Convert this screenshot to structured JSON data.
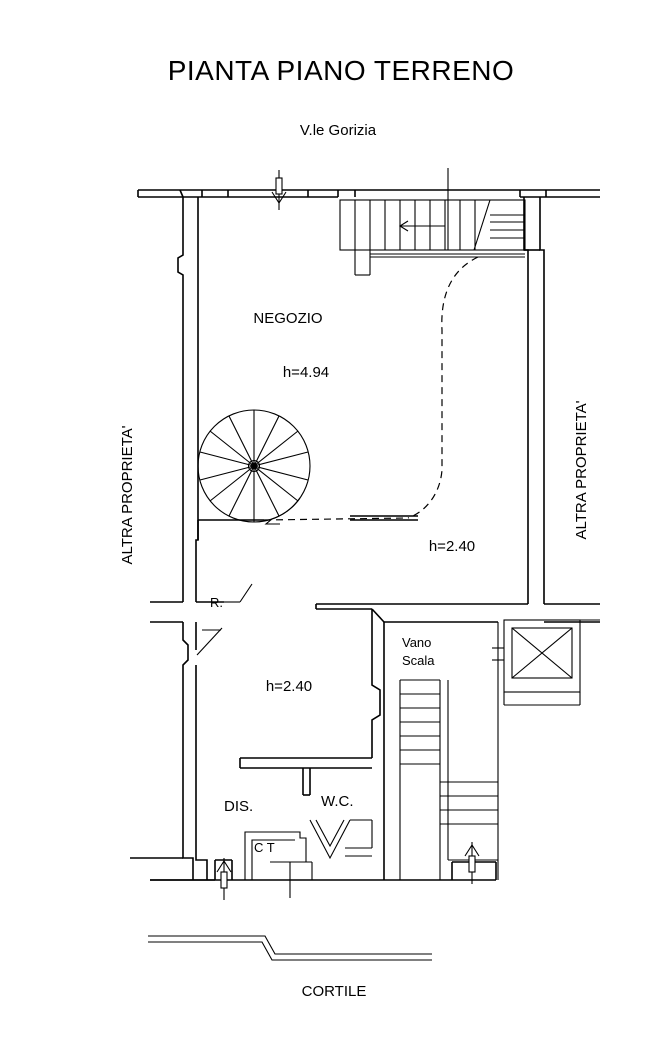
{
  "plan": {
    "title": "PIANTA PIANO TERRENO",
    "street": "V.le Gorizia",
    "courtyard": "CORTILE",
    "neighbor_left": "ALTRA PROPRIETA'",
    "neighbor_right": "ALTRA PROPRIETA'",
    "rooms": {
      "shop": "NEGOZIO",
      "shop_height": "h=4.94",
      "mezzanine_height": "h=2.40",
      "back_room_height": "h=2.40",
      "storage": "R.",
      "stair_well_line1": "Vano",
      "stair_well_line2": "Scala",
      "corridor": "DIS.",
      "toilet": "W.C.",
      "boiler": "C T"
    }
  }
}
